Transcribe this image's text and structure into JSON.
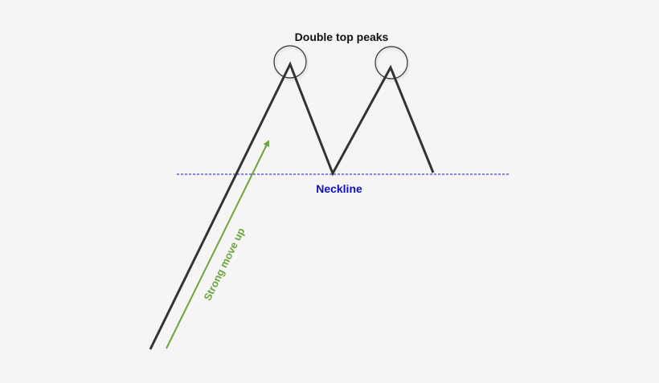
{
  "labels": {
    "title": "Double top peaks",
    "neckline": "Neckline",
    "move": "Strong move up"
  },
  "colors": {
    "background": "#f5f5f5",
    "price_line": "#333333",
    "neckline": "#1414c8",
    "neckline_label": "#1010c0",
    "arrow": "#6aa63c",
    "title_text": "#111111",
    "peak_circle": "#333333"
  },
  "icons": {
    "arrow": "arrow-up-right-icon"
  }
}
